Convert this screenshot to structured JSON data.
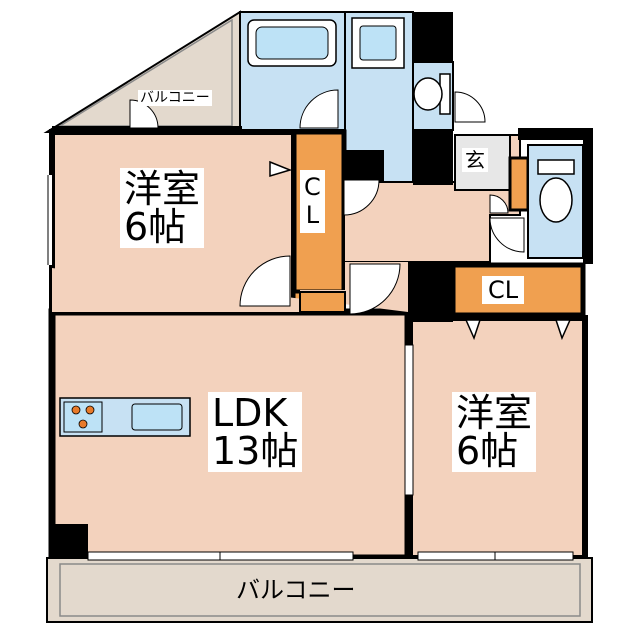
{
  "colors": {
    "room_floor": "#f3d2bd",
    "closet": "#f0a050",
    "wet_area": "#c7e1f3",
    "balcony": "#e3d9cd",
    "wall": "#000000",
    "entry": "#e7e7e7"
  },
  "rooms": {
    "western_room_1": {
      "line1": "洋室",
      "line2": "6帖"
    },
    "ldk": {
      "line1": "LDK",
      "line2": "13帖"
    },
    "western_room_2": {
      "line1": "洋室",
      "line2": "6帖"
    },
    "closet_vertical": {
      "line1": "C",
      "line2": "L"
    },
    "closet_horizontal": {
      "label": "CL"
    },
    "entrance": {
      "label": "玄"
    },
    "balcony_small": {
      "label": "バルコニー"
    },
    "balcony_main": {
      "label": "バルコニー"
    }
  }
}
